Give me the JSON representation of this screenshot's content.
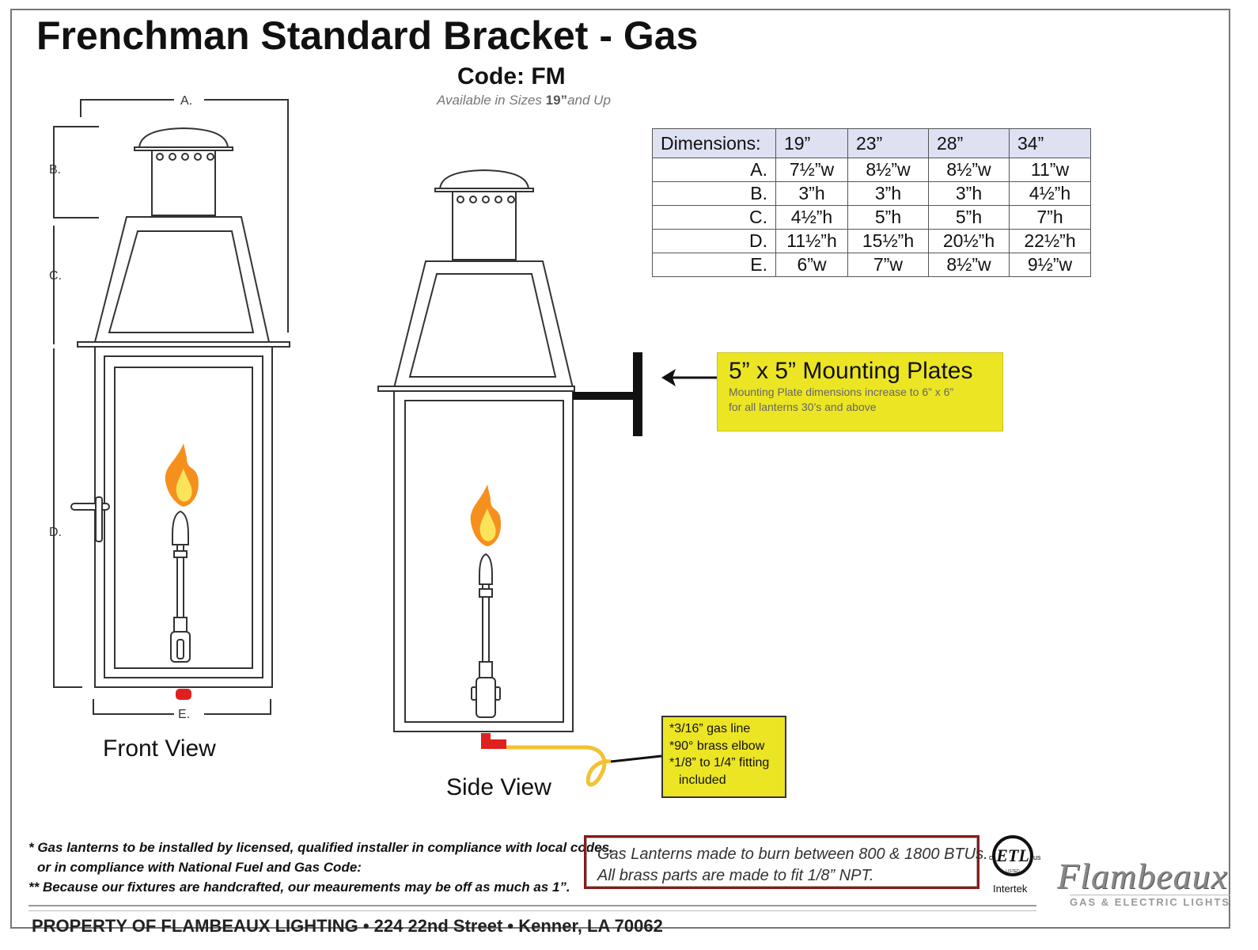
{
  "header": {
    "title": "Frenchman Standard Bracket - Gas",
    "code": "Code: FM",
    "available_prefix": "Available in Sizes",
    "available_size": "19”",
    "available_suffix": "and Up"
  },
  "front_view": {
    "label": "Front View",
    "dim_a": "A.",
    "dim_b": "B.",
    "dim_c": "C.",
    "dim_d": "D.",
    "dim_e": "E."
  },
  "side_view": {
    "label": "Side View"
  },
  "dimensions_table": {
    "header": "Dimensions:",
    "sizes": [
      "19”",
      "23”",
      "28”",
      "34”"
    ],
    "rows": [
      {
        "label": "A.",
        "values": [
          "7½”w",
          "8½”w",
          "8½”w",
          "11”w"
        ]
      },
      {
        "label": "B.",
        "values": [
          "3”h",
          "3”h",
          "3”h",
          "4½”h"
        ]
      },
      {
        "label": "C.",
        "values": [
          "4½”h",
          "5”h",
          "5”h",
          "7”h"
        ]
      },
      {
        "label": "D.",
        "values": [
          "11½”h",
          "15½”h",
          "20½”h",
          "22½”h"
        ]
      },
      {
        "label": "E.",
        "values": [
          "6”w",
          "7”w",
          "8½”w",
          "9½”w"
        ]
      }
    ]
  },
  "mounting": {
    "title": "5” x 5” Mounting Plates",
    "note_line1": "Mounting Plate dimensions increase to 6” x 6”",
    "note_line2": "for all lanterns 30’s and above"
  },
  "gas_callout": {
    "line1": "*3/16” gas line",
    "line2": "*90° brass elbow",
    "line3": "*1/8” to 1/4” fitting",
    "line4": "included"
  },
  "footnotes": {
    "line1": "* Gas lanterns to be installed by licensed, qualified installer in compliance with local codes,",
    "line2": "or in compliance with National Fuel and Gas Code:",
    "line3": "** Because our fixtures are handcrafted, our meaurements may be off as much as 1”."
  },
  "btu_box": {
    "line1": "Gas Lanterns made to burn between 800 & 1800 BTUs.",
    "line2": "All brass parts are made to fit 1/8” NPT."
  },
  "certification": {
    "etl_mark": "ETL",
    "c_mark": "c",
    "us_mark": "us",
    "listed": "LISTED",
    "intertek": "Intertek"
  },
  "brand": {
    "name": "Flambeaux",
    "tagline": "GAS & ELECTRIC LIGHTS"
  },
  "footer": {
    "property": "PROPERTY OF FLAMBEAUX LIGHTING • 224 22nd Street • Kenner, LA 70062"
  },
  "colors": {
    "flame": "#f5901e",
    "flame_core": "#fce35a",
    "gas_line": "#f2c232",
    "elbow": "#e02020",
    "callout_yellow": "#ece524",
    "table_header": "#dde1f2",
    "btu_border": "#8b1a1a"
  }
}
